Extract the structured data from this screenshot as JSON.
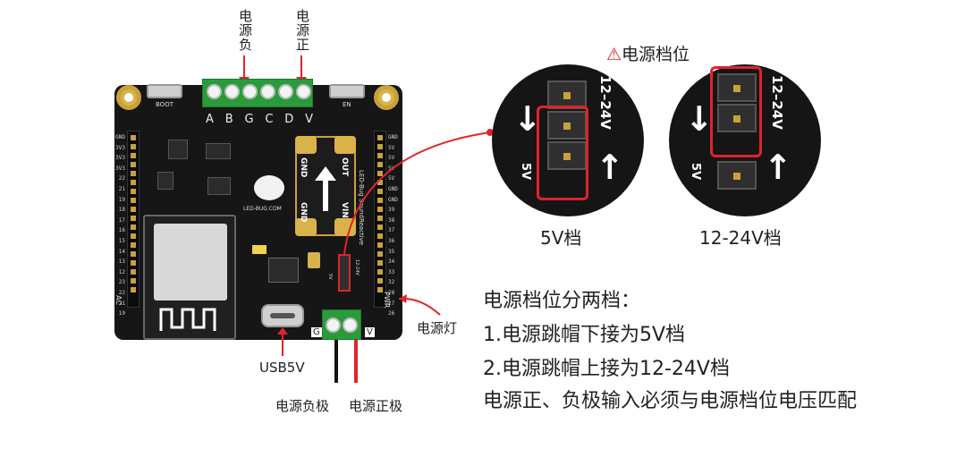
{
  "top_labels": {
    "negative": "电源负",
    "positive": "电源正"
  },
  "board": {
    "silk_boot": "BOOT",
    "silk_en": "EN",
    "terminal_letters": [
      "A",
      "B",
      "G",
      "C",
      "D",
      "V"
    ],
    "left_pins": [
      "GND",
      "3V3",
      "3V3",
      "3V3",
      "22",
      "21",
      "19",
      "18",
      "17",
      "16",
      "15",
      "14",
      "13",
      "12",
      "23",
      "22",
      "21",
      "19"
    ],
    "right_pins": [
      "GND",
      "5V",
      "5V",
      "5V",
      "5V",
      "GND",
      "GND",
      "39",
      "38",
      "37",
      "36",
      "35",
      "34",
      "33",
      "32",
      "28",
      "27",
      "26"
    ],
    "logo_text": "LED-BUG.COM",
    "gnd1": "GND",
    "out": "OUT",
    "gnd2": "GND",
    "vin": "VIN",
    "side_text": "LED-Bug SoundReactive",
    "pwr": "PWR",
    "ac": "AC",
    "g": "G",
    "v": "V",
    "jumper_12": "12-24V",
    "jumper_5": "5V"
  },
  "warning_title": "⚠电源档位",
  "positions": {
    "left_label_12": "12–24V",
    "left_label_5": "5V",
    "right_label_12": "12–24V",
    "right_label_5": "5V",
    "caption_left": "5V档",
    "caption_right": "12-24V档"
  },
  "callouts": {
    "power_led": "电源灯",
    "usb": "USB5V",
    "neg_pole": "电源负极",
    "pos_pole": "电源正极"
  },
  "notes": [
    "电源档位分两档：",
    "1.电源跳帽下接为5V档",
    "2.电源跳帽上接为12-24V档",
    "电源正、负极输入必须与电源档位电压匹配"
  ],
  "colors": {
    "accent_red": "#e0242a",
    "board": "#161616",
    "terminal_green": "#2a9b3a",
    "gold": "#c9a13a"
  }
}
